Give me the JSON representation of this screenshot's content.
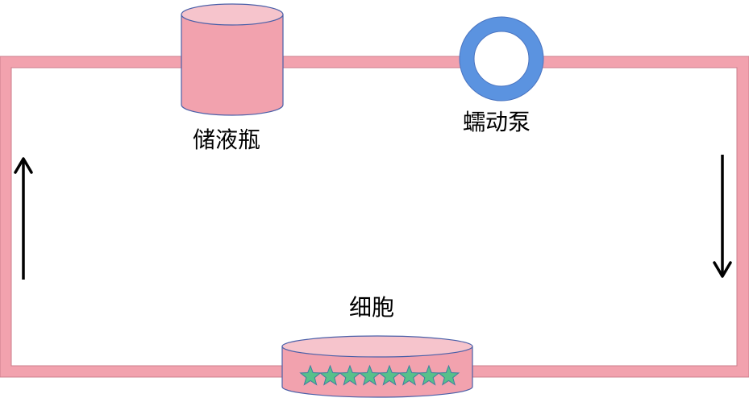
{
  "labels": {
    "reservoir": "储液瓶",
    "pump": "蠕动泵",
    "cells": "细胞"
  },
  "colors": {
    "tube_fill": "#f2a2ae",
    "tube_edge": "#cc7f8c",
    "vessel_fill": "#f2a2ae",
    "vessel_top": "#f6c4cc",
    "vessel_edge": "#4a5fa8",
    "pump_ring": "#5b93e0",
    "star_fill": "#58c08a",
    "star_edge": "#3c7fa0",
    "arrow": "#000000"
  },
  "diagram": {
    "cell_count": 8
  }
}
